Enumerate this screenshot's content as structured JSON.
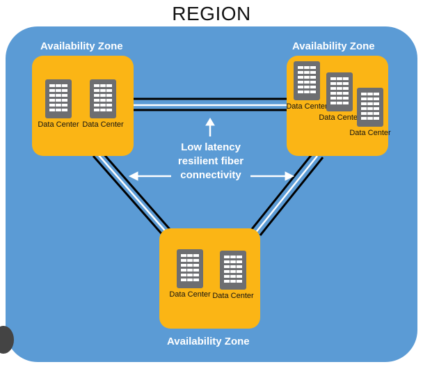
{
  "diagram": {
    "title": "REGION",
    "connection_label": "Low latency resilient fiber connectivity",
    "availability_zones": [
      {
        "label": "Availability Zone",
        "data_centers": [
          "Data Center",
          "Data Center"
        ]
      },
      {
        "label": "Availability Zone",
        "data_centers": [
          "Data Center",
          "Data Center",
          "Data Center"
        ]
      },
      {
        "label": "Availability Zone",
        "data_centers": [
          "Data Center",
          "Data Center"
        ]
      }
    ]
  },
  "colors": {
    "region_fill": "#5b9bd5",
    "zone_fill": "#fbb515",
    "server_fill": "#6d6e71",
    "link": "#000000",
    "label_text": "#ffffff"
  }
}
